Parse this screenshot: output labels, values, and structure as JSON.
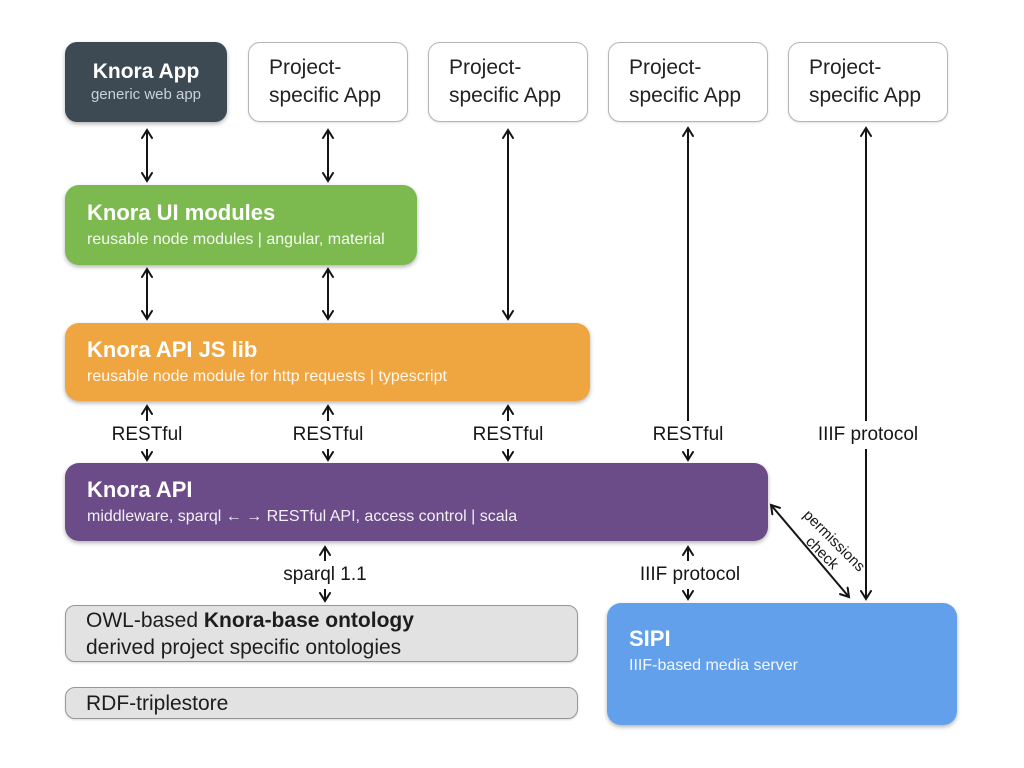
{
  "boxes": {
    "knora_app": {
      "title": "Knora App",
      "subtitle": "generic web app"
    },
    "project_apps": [
      "Project-specific App",
      "Project-specific App",
      "Project-specific App",
      "Project-specific App"
    ],
    "knora_ui": {
      "title": "Knora UI modules",
      "subtitle": "reusable node modules | angular, material"
    },
    "knora_api_js": {
      "title": "Knora API JS lib",
      "subtitle": "reusable node module for http requests | typescript"
    },
    "knora_api": {
      "title": "Knora API",
      "subtitle": "middleware, sparql ← → RESTful API, access control | scala"
    },
    "ontology": {
      "line1_regular": "OWL-based ",
      "line1_bold": "Knora-base ontology",
      "line2": "derived project specific ontologies"
    },
    "rdf_triplestore": {
      "label": "RDF-triplestore"
    },
    "sipi": {
      "title": "SIPI",
      "subtitle": "IIIF-based media server"
    }
  },
  "connector_labels": {
    "restful": [
      "RESTful",
      "RESTful",
      "RESTful",
      "RESTful"
    ],
    "iiif_top": "IIIF protocol",
    "sparql": "sparql 1.1",
    "iiif_bottom": "IIIF protocol",
    "permissions_line1": "permissions",
    "permissions_line2": "check"
  },
  "colors": {
    "knora-app": "#3d4a53",
    "knora-ui": "#7cba50",
    "knora-api-js": "#f0a640",
    "knora-api": "#6b4b88",
    "sipi": "#62a0ec",
    "gray-fill": "#e2e2e2",
    "gray-border": "#979797",
    "white-box-border": "#b5b5b5",
    "arrow": "#141414"
  }
}
